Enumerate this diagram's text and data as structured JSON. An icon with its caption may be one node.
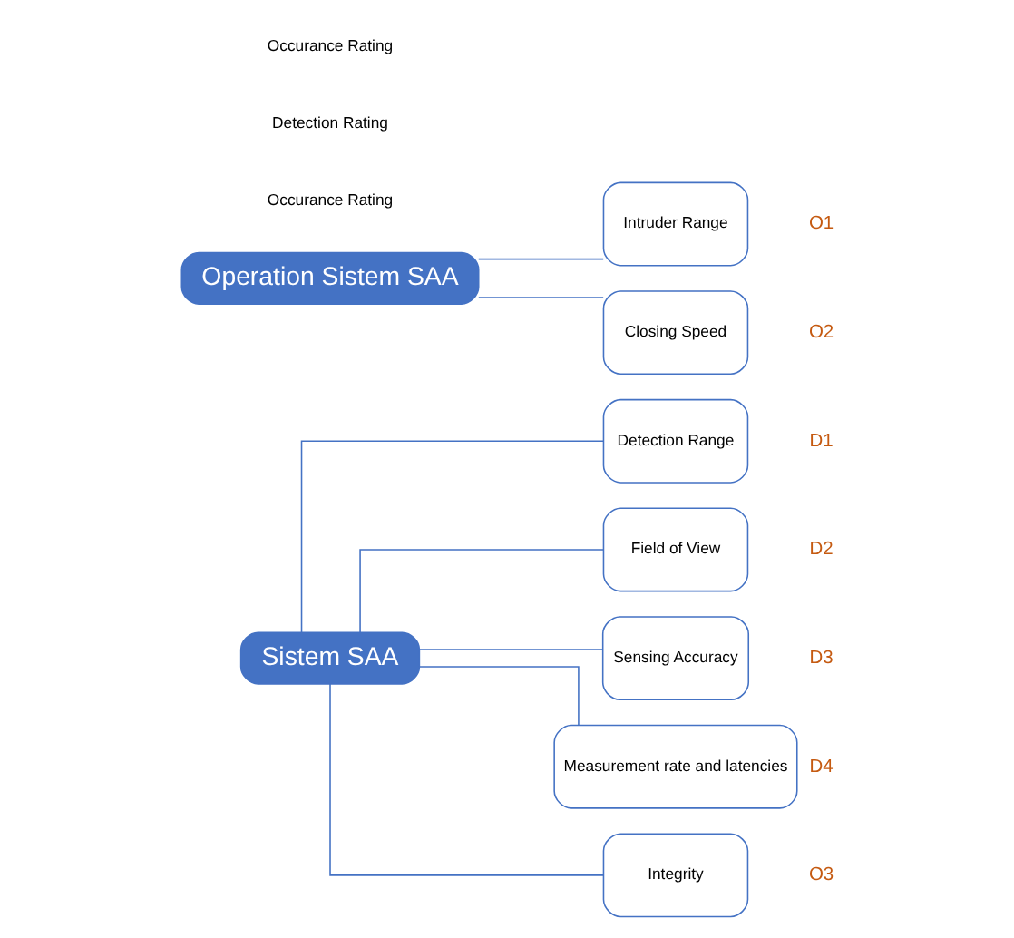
{
  "diagram": {
    "nodes": [
      {
        "text": [
          "Sistem SAA"
        ]
      },
      {
        "text": [
          "Detection Range"
        ],
        "beside": [
          "D1"
        ]
      },
      {
        "text": [
          "Field of View"
        ],
        "beside": [
          "D2"
        ]
      },
      {
        "text": [
          "Sensing Accuracy"
        ],
        "beside": [
          "D3"
        ]
      },
      {
        "text": [
          "Measurement rate and latencies"
        ],
        "beside": [
          "D4"
        ]
      },
      {
        "text": [
          "Integrity"
        ],
        "beside": [
          "O3"
        ]
      },
      {
        "text": [
          "Operation Sistem SAA"
        ]
      },
      {
        "text": [
          "Intruder Range"
        ],
        "beside": [
          "O1"
        ]
      },
      {
        "text": [
          "Closing Speed"
        ],
        "beside": [
          "O2"
        ]
      }
    ],
    "edges": [
      {
        "from": 0,
        "to": 1,
        "arrow": "none"
      },
      {
        "from": 0,
        "to": 2,
        "arrow": "none"
      },
      {
        "from": 0,
        "to": 3,
        "arrow": "none"
      },
      {
        "from": 0,
        "to": 4,
        "arrow": "none"
      },
      {
        "from": 0,
        "to": 5,
        "arrow": "none"
      },
      {
        "from": 6,
        "to": 7,
        "arrow": "none"
      },
      {
        "from": 6,
        "to": 8,
        "arrow": "none"
      }
    ],
    "labels": [
      "Occurance Rating",
      "Detection Rating",
      "Occurance Rating"
    ]
  }
}
